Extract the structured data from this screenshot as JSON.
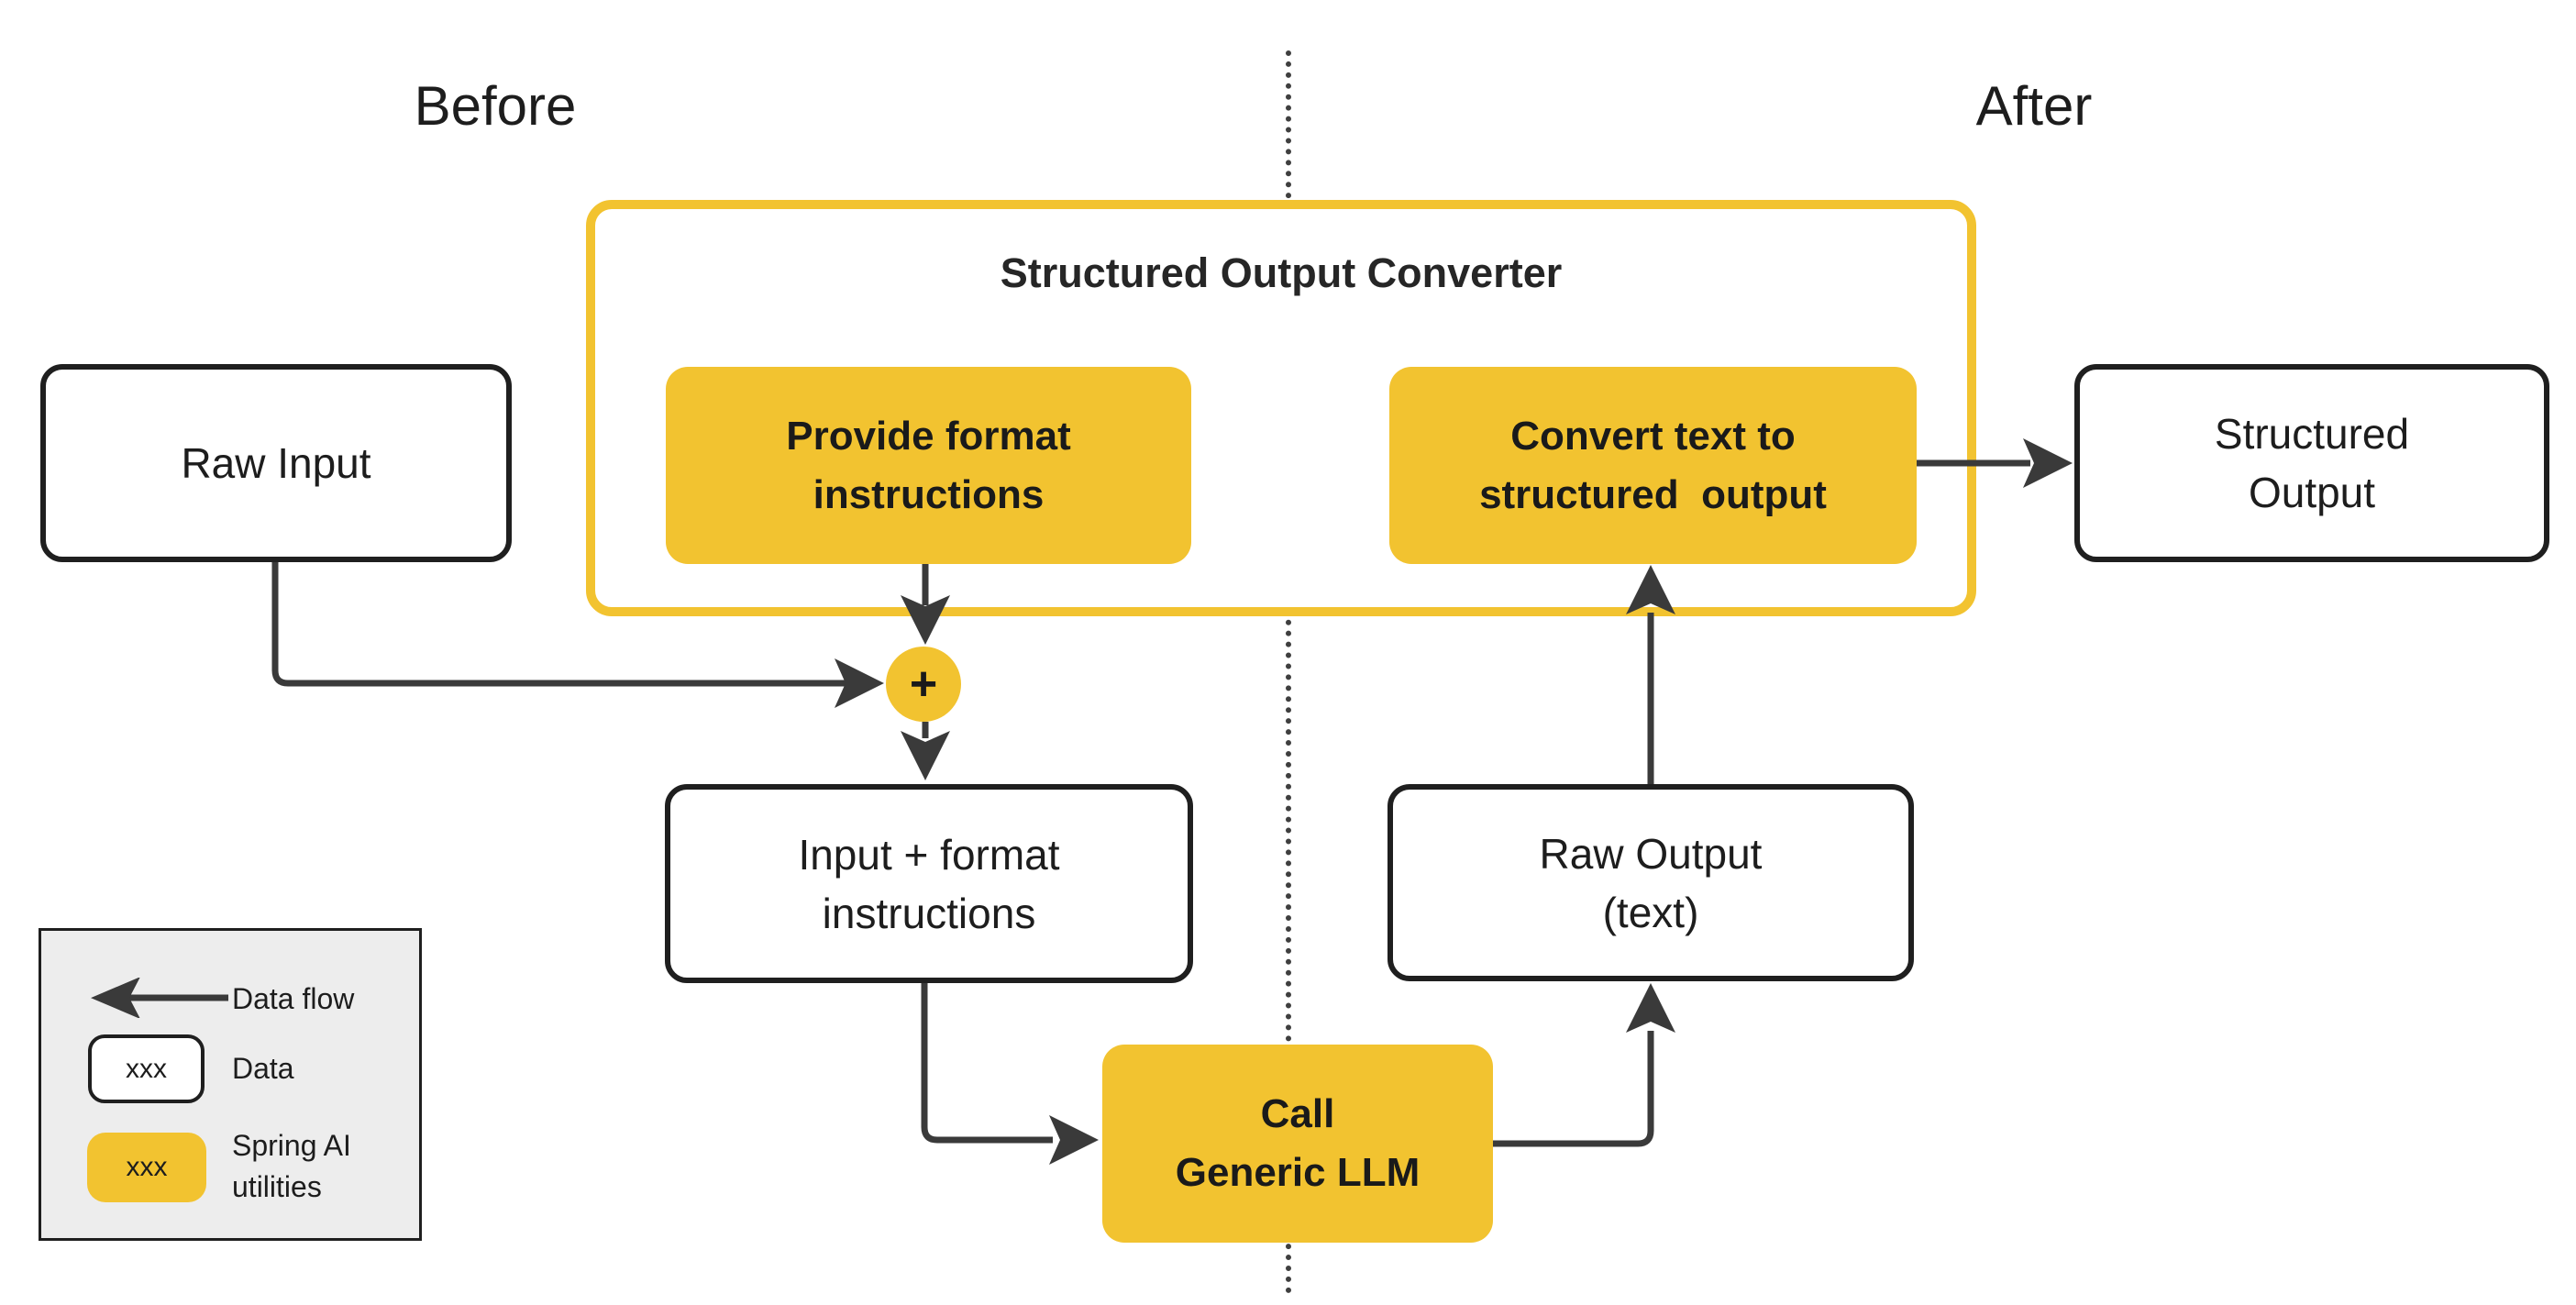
{
  "diagram": {
    "before_label": "Before",
    "after_label": "After",
    "converter": {
      "title": "Structured Output Converter"
    },
    "nodes": {
      "raw_input": {
        "lines": [
          "Raw Input"
        ]
      },
      "provide_format": {
        "lines": [
          "Provide format",
          "instructions"
        ]
      },
      "convert_text": {
        "lines": [
          "Convert text to",
          "structured  output"
        ]
      },
      "structured_output": {
        "lines": [
          "Structured",
          "Output"
        ]
      },
      "input_format": {
        "lines": [
          "Input + format",
          "instructions"
        ]
      },
      "raw_output": {
        "lines": [
          "Raw Output",
          "(text)"
        ]
      },
      "call_llm": {
        "lines": [
          "Call",
          "Generic LLM"
        ]
      },
      "plus": {
        "label": "+"
      }
    },
    "legend": {
      "data_flow_label": "Data flow",
      "data_chip_text": "xxx",
      "data_label": "Data",
      "utility_chip_text": "xxx",
      "utility_label": "Spring AI\nutilities"
    },
    "colors": {
      "gold": "#F2C330",
      "line": "#3A3A3A",
      "node_border": "#1F1F1F",
      "text": "#1D1D1D",
      "legend_bg": "#EDEDED",
      "background": "#FFFFFF"
    }
  }
}
